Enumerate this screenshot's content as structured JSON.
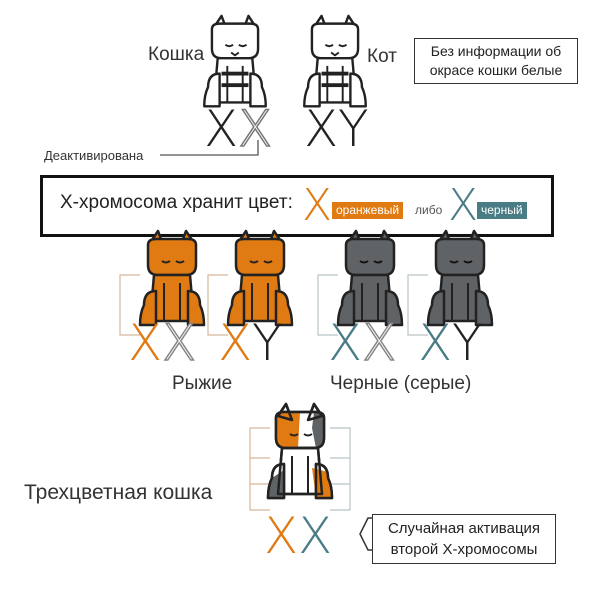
{
  "top": {
    "female_label": "Кошка",
    "male_label": "Кот",
    "female_chrom": [
      "X",
      "X"
    ],
    "male_chrom": [
      "X",
      "Y"
    ],
    "note": "Без информации об окрасе кошки белые",
    "deactivated_label": "Деактивирована"
  },
  "banner": {
    "text": "Х-хромосома хранит цвет:",
    "x_letter": "X",
    "orange_tag": "оранжевый",
    "or_word": "либо",
    "black_tag": "черный"
  },
  "middle": {
    "cats": [
      {
        "chrom": [
          "X",
          "X"
        ]
      },
      {
        "chrom": [
          "X",
          "Y"
        ]
      },
      {
        "chrom": [
          "X",
          "X"
        ]
      },
      {
        "chrom": [
          "X",
          "Y"
        ]
      }
    ],
    "orange_label": "Рыжие",
    "black_label": "Черные (серые)"
  },
  "bottom": {
    "label": "Трехцветная кошка",
    "chrom": [
      "X",
      "X"
    ],
    "note": "Случайная активация второй Х-хромосомы"
  },
  "colors": {
    "orange": "#E07A12",
    "teal": "#4A7C86",
    "gray_cat": "#5F6366",
    "outline": "#222222",
    "ghost": "#9a9a9a"
  }
}
